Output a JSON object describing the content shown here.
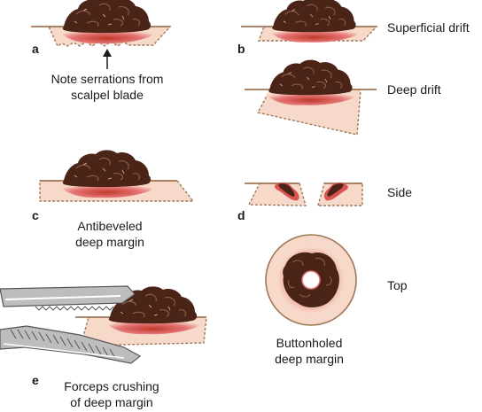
{
  "panels": {
    "a": {
      "letter": "a",
      "caption_line1": "Note serrations from",
      "caption_line2": "scalpel blade"
    },
    "b": {
      "letter": "b",
      "label_superficial": "Superficial drift",
      "label_deep": "Deep drift"
    },
    "c": {
      "letter": "c",
      "caption_line1": "Antibeveled",
      "caption_line2": "deep margin"
    },
    "d": {
      "letter": "d",
      "label_side": "Side",
      "label_top": "Top",
      "caption_line1": "Buttonholed",
      "caption_line2": "deep margin"
    },
    "e": {
      "letter": "e",
      "caption_line1": "Forceps crushing",
      "caption_line2": "of deep margin"
    }
  },
  "colors": {
    "tissue_fill": "#f7d9c9",
    "margin_line": "#a0785a",
    "lesion_dark": "#4a2416",
    "lesion_red": "#d9534f",
    "forceps_gray": "#8c8c8c"
  }
}
